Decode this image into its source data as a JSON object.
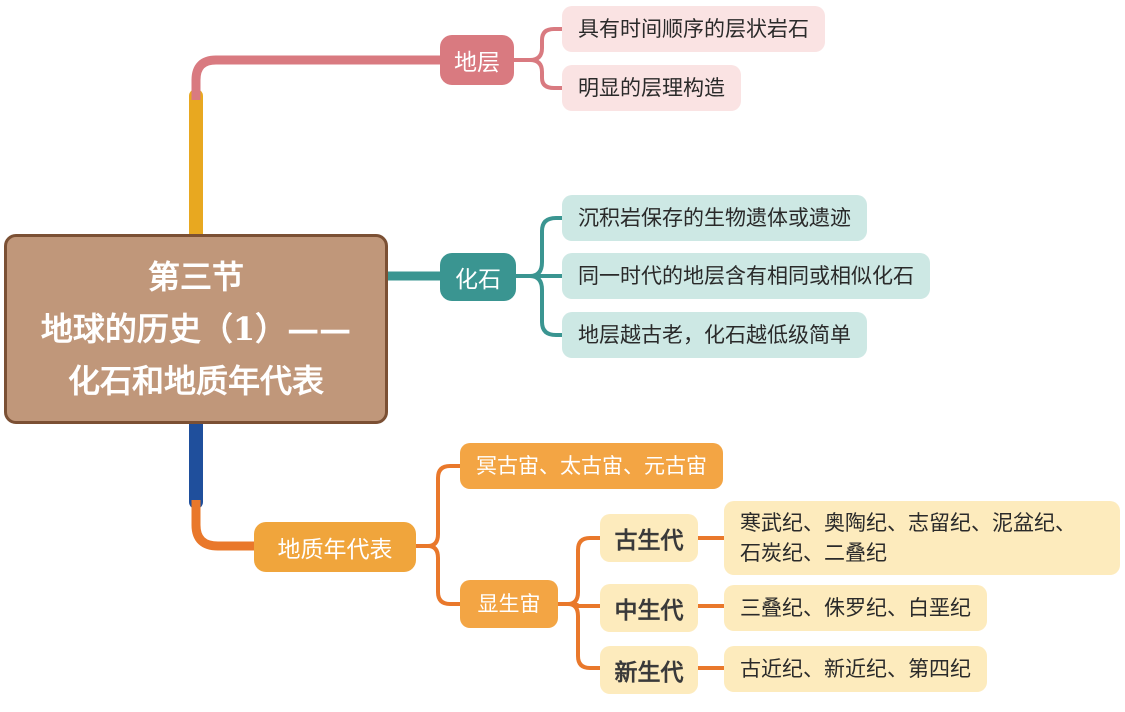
{
  "title": {
    "line1": "第三节",
    "line2": "地球的历史（1）——",
    "line3": "化石和地质年代表"
  },
  "strata": {
    "label": "地层",
    "items": [
      "具有时间顺序的层状岩石",
      "明显的层理构造"
    ]
  },
  "fossil": {
    "label": "化石",
    "items": [
      "沉积岩保存的生物遗体或遗迹",
      "同一时代的地层含有相同或相似化石",
      "地层越古老，化石越低级简单"
    ]
  },
  "geologic_timescale": {
    "label": "地质年代表",
    "precambrian": "冥古宙、太古宙、元古宙",
    "phanerozoic": {
      "label": "显生宙",
      "eras": [
        {
          "name": "古生代",
          "periods_line1": "寒武纪、奥陶纪、志留纪、泥盆纪、",
          "periods_line2": "石炭纪、二叠纪"
        },
        {
          "name": "中生代",
          "periods_line1": "三叠纪、侏罗纪、白垩纪",
          "periods_line2": ""
        },
        {
          "name": "新生代",
          "periods_line1": "古近纪、新近纪、第四纪",
          "periods_line2": ""
        }
      ]
    }
  },
  "colors": {
    "strata": "#d97a80",
    "fossil": "#3a9591",
    "geologic": "#e9782b",
    "trunk_yellow": "#e8a820",
    "trunk_blue": "#1f4f9c",
    "root_fill": "#c0977a",
    "root_border": "#7b5034"
  }
}
